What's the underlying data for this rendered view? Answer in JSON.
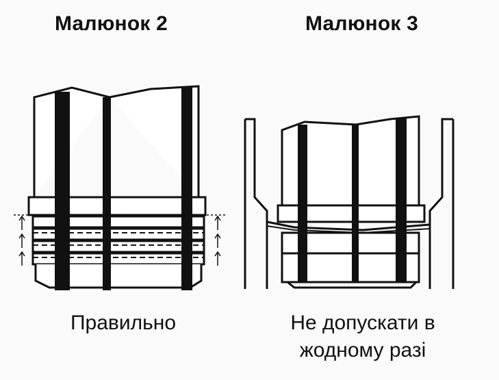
{
  "figures": [
    {
      "title": "Малюнок 2",
      "caption": "Правильно"
    },
    {
      "title": "Малюнок 3",
      "caption_line1": "Не допускати в",
      "caption_line2": "жодному разі"
    }
  ],
  "colors": {
    "ink": "#111111",
    "paper": "#fafafa",
    "fill": "#ffffff"
  }
}
